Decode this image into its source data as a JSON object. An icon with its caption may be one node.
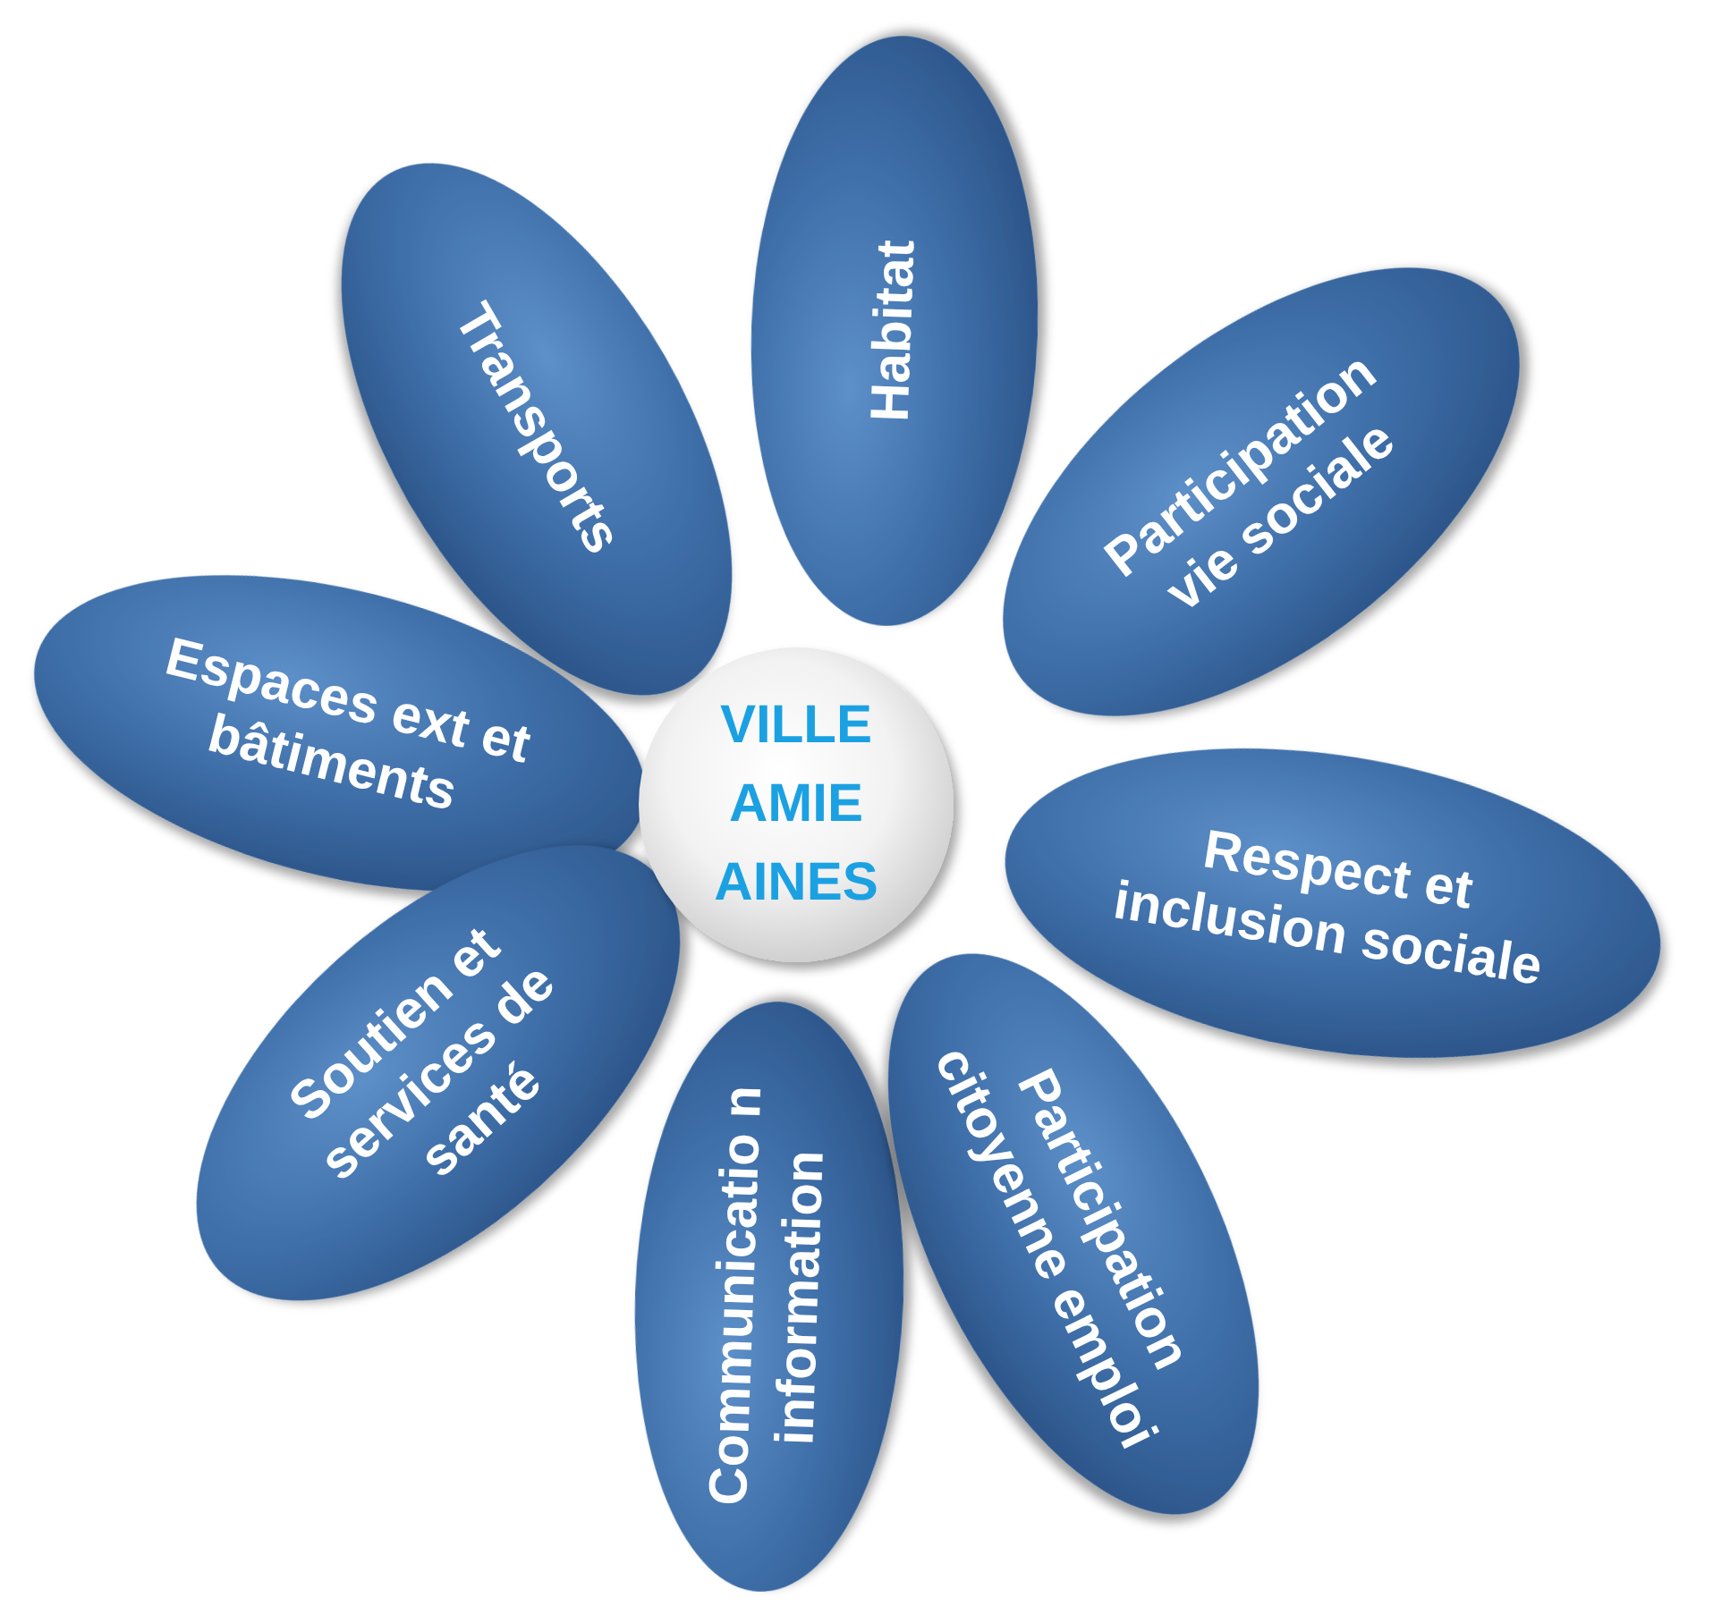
{
  "diagram": {
    "nodes": [
      {
        "text": [
          "VILLE AMIE AINES"
        ]
      },
      {
        "text": [
          "Transports"
        ]
      },
      {
        "text": [
          "Habitat"
        ]
      },
      {
        "text": [
          "Participation vie sociale"
        ]
      },
      {
        "text": [
          "Espaces ext et bâtiments"
        ]
      },
      {
        "text": [
          "Respect et inclusion sociale"
        ]
      },
      {
        "text": [
          "Soutien et services de santé"
        ]
      },
      {
        "text": [
          "Communicatio n information"
        ]
      },
      {
        "text": [
          "Participation citoyenne emploi"
        ]
      }
    ],
    "edges": []
  }
}
